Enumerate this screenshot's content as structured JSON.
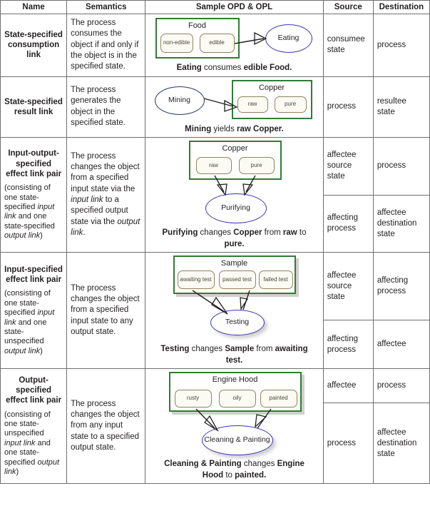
{
  "table": {
    "columns": [
      "Name",
      "Semantics",
      "Sample OPD & OPL",
      "Source",
      "Destination"
    ],
    "colors": {
      "object_border": "#2e7d32",
      "state_border": "#8c8560",
      "state_fill": "#fbfaf3",
      "process_border": "#3b36b4",
      "link_stroke": "#231f20",
      "grid_border": "#6f6f6f"
    },
    "rows": [
      {
        "name": "State-specified consumption link",
        "note": "",
        "semantics": "The process consumes the object if and only if the object is in the specified state.",
        "opd": {
          "object": "Food",
          "states": [
            "non-edible",
            "edible"
          ],
          "process": "Eating"
        },
        "opl": {
          "t1": "Eating",
          "t2": " consumes ",
          "t3": "edible Food",
          "t4": "."
        },
        "source": "consumee state",
        "destination": "process"
      },
      {
        "name": "State-specified result link",
        "note": "",
        "semantics": "The process generates the object in the specified state.",
        "opd": {
          "object": "Copper",
          "states": [
            "raw",
            "pure"
          ],
          "process": "Mining"
        },
        "opl": {
          "t1": "Mining",
          "t2": " yields ",
          "t3": "raw Copper",
          "t4": "."
        },
        "source": "process",
        "destination": "resultee state"
      },
      {
        "name": "Input-output-specified effect link pair",
        "note_prefix": "(consisting of one state-specified ",
        "note_i1": "input link",
        "note_mid": " and one state-specified ",
        "note_i2": "output link",
        "note_suffix": ")",
        "semantics_a": "The process changes the object from a specified input state via the ",
        "semantics_i1": "input link",
        "semantics_b": " to a specified output state via the ",
        "semantics_i2": "output link",
        "semantics_c": ".",
        "opd": {
          "object": "Copper",
          "states": [
            "raw",
            "pure"
          ],
          "process": "Purifying"
        },
        "opl": {
          "t1": "Purifying",
          "t2": " changes ",
          "t3": "Copper",
          "t4": " from ",
          "t5": "raw",
          "t6": " to ",
          "t7": "pure",
          "t8": "."
        },
        "source_top": "affectee source state",
        "destination_top": "process",
        "source_bottom": "affecting process",
        "destination_bottom": "affectee destination state"
      },
      {
        "name": "Input-specified effect link pair",
        "note_prefix": "(consisting of one state-specified ",
        "note_i1": "input link",
        "note_mid": " and one state-unspecified ",
        "note_i2": "output link",
        "note_suffix": ")",
        "semantics": "The process changes the object from a specified input state to any output state.",
        "opd": {
          "object": "Sample",
          "states": [
            "awaiting test",
            "passed test",
            "failed test"
          ],
          "process": "Testing"
        },
        "opl": {
          "t1": "Testing",
          "t2": " changes ",
          "t3": "Sample",
          "t4": " from ",
          "t5": "awaiting test",
          "t6": "."
        },
        "source_top": "affectee source state",
        "destination_top": "affecting process",
        "source_bottom": "affecting process",
        "destination_bottom": "affectee"
      },
      {
        "name": "Output-specified effect link pair",
        "note_prefix": "(consisting of one state-unspecified ",
        "note_i1": "input link",
        "note_mid": " and one state-specified ",
        "note_i2": "output link",
        "note_suffix": ")",
        "semantics": "The process changes the object from any input state to a specified output state.",
        "opd": {
          "object": "Engine Hood",
          "states": [
            "rusty",
            "oily",
            "painted"
          ],
          "process": "Cleaning & Painting"
        },
        "opl": {
          "t1": "Cleaning & Painting",
          "t2": " changes ",
          "t3": "Engine Hood",
          "t4": " to ",
          "t5": "painted",
          "t6": "."
        },
        "source_top": "affectee",
        "destination_top": "process",
        "source_bottom": "process",
        "destination_bottom": "affectee destination state"
      }
    ]
  }
}
